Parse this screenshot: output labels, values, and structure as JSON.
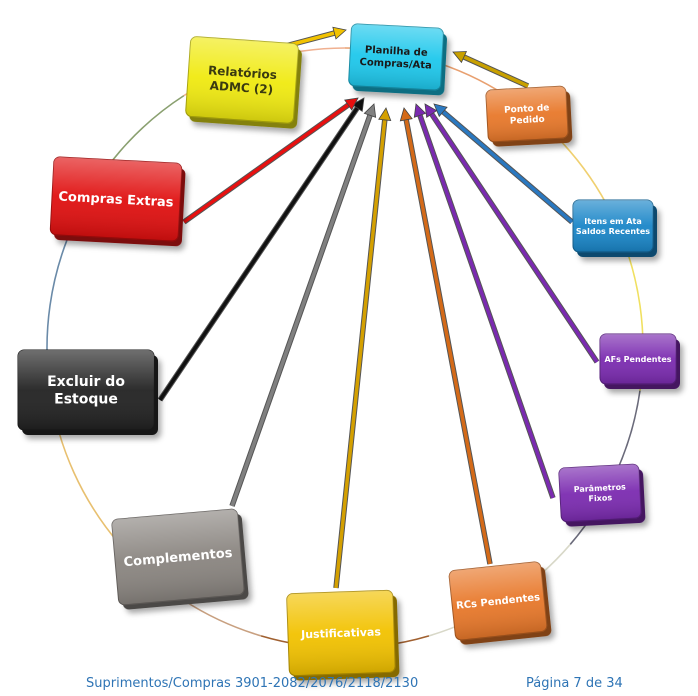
{
  "nodes": [
    {
      "id": "planilha",
      "lines": [
        "Planilha de",
        "Compras/Ata"
      ],
      "color": "#1ec8ec",
      "text_color": "#1a1a1a"
    },
    {
      "id": "ponto",
      "lines": [
        "Ponto de",
        "Pedido"
      ],
      "color": "#e8782a",
      "text_color": "#ffffff"
    },
    {
      "id": "itens",
      "lines": [
        "Itens em Ata",
        "Saldos Recentes"
      ],
      "color": "#1a86c8",
      "text_color": "#ffffff"
    },
    {
      "id": "afs",
      "lines": [
        "AFs Pendentes"
      ],
      "color": "#7b2bb0",
      "text_color": "#ffffff"
    },
    {
      "id": "parametros",
      "lines": [
        "Parâmetros",
        "Fixos"
      ],
      "color": "#7b2bb0",
      "text_color": "#ffffff"
    },
    {
      "id": "rcs",
      "lines": [
        "RCs Pendentes"
      ],
      "color": "#e8782a",
      "text_color": "#ffffff"
    },
    {
      "id": "justificativas",
      "lines": [
        "Justificativas"
      ],
      "color": "#f2c200",
      "text_color": "#ffffff"
    },
    {
      "id": "complementos",
      "lines": [
        "Complementos"
      ],
      "color": "#8a8580",
      "text_color": "#ffffff"
    },
    {
      "id": "excluir",
      "lines": [
        "Excluir do",
        "Estoque"
      ],
      "color": "#222222",
      "text_color": "#ffffff"
    },
    {
      "id": "compras",
      "lines": [
        "Compras Extras"
      ],
      "color": "#e01010",
      "text_color": "#ffffff"
    },
    {
      "id": "relatorios",
      "lines": [
        "Relatórios",
        "ADMC (2)"
      ],
      "color": "#f0ea10",
      "text_color": "#3a3a10"
    }
  ],
  "arrow_colors": {
    "relatorios": "#f2c200",
    "ponto": "#c8a000",
    "itens": "#2a78c0",
    "afs": "#7a2ab0",
    "parametros": "#7a2ab0",
    "rcs": "#d46a18",
    "justificativas": "#d4a000",
    "complementos": "#808080",
    "excluir": "#111111",
    "compras": "#e81010"
  },
  "footer": {
    "left": "Suprimentos/Compras 3901-2082/2076/2118/2130",
    "right": "Página 7 de 34"
  }
}
